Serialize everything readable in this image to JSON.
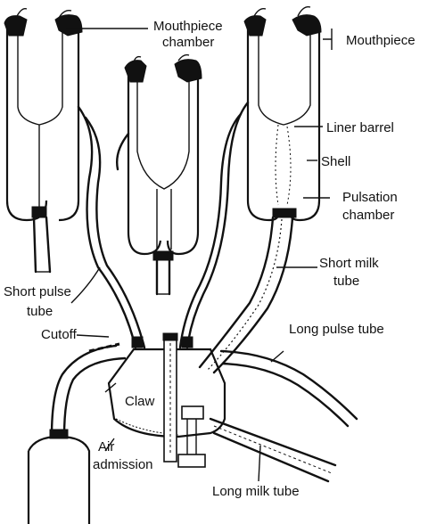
{
  "diagram": {
    "labels": {
      "mouthpiece_chamber_line1": "Mouthpiece",
      "mouthpiece_chamber_line2": "chamber",
      "mouthpiece": "Mouthpiece",
      "liner_barrel": "Liner barrel",
      "shell": "Shell",
      "pulsation_chamber_line1": "Pulsation",
      "pulsation_chamber_line2": "chamber",
      "short_milk_tube_line1": "Short milk",
      "short_milk_tube_line2": "tube",
      "short_pulse_tube_line1": "Short pulse",
      "short_pulse_tube_line2": "tube",
      "cutoff": "Cutoff",
      "long_pulse_tube": "Long pulse tube",
      "claw": "Claw",
      "air_admission_line1": "Air",
      "air_admission_line2": "admission",
      "long_milk_tube": "Long milk tube"
    }
  }
}
